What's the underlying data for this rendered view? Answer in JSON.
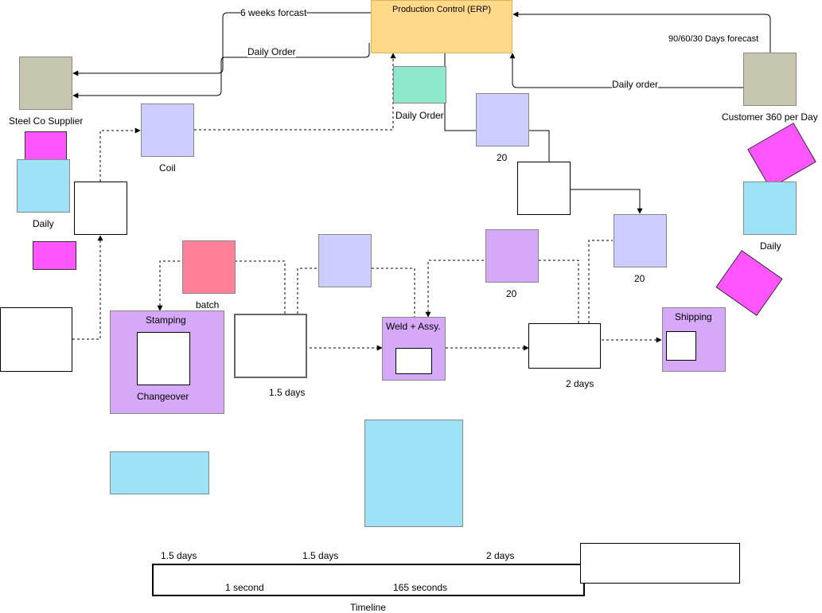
{
  "colors": {
    "erp": "#ffd98a",
    "steel": "#c7c6ae",
    "customer": "#c7c6ae",
    "kanban_green": "#8fe8cd",
    "lavender": "#ccccff",
    "purple": "#d5a9f7",
    "magenta": "#ff55ff",
    "light_blue": "#9de2f7",
    "pink": "#ff8098"
  },
  "erp": {
    "title": "Production Control (ERP)"
  },
  "steel_supplier": {
    "label": "Steel Co Supplier"
  },
  "customer": {
    "label": "Customer 360 per Day"
  },
  "arrows": {
    "weeks_forecast": "6 weeks forcast",
    "daily_order_left": "Daily Order",
    "days_forecast": "90/60/30 Days forecast",
    "daily_order_right": "Daily order"
  },
  "kanban": {
    "daily_order": "Daily Order"
  },
  "coil": {
    "label": "Coil"
  },
  "inventory": {
    "top_right_count": "20",
    "right_count": "20",
    "weld_count": "20",
    "batch": "batch",
    "stamp_out": "1.5 days",
    "weld_out": "2 days"
  },
  "left_delivery": {
    "label": "Daily"
  },
  "right_delivery": {
    "label": "Daily"
  },
  "processes": {
    "stamping": "Stamping",
    "changeover": "Changeover",
    "weld": "Weld + Assy.",
    "shipping": "Shipping"
  },
  "timeline": {
    "lead_1": "1.5 days",
    "lead_2": "1.5 days",
    "lead_3": "2 days",
    "proc_1": "1 second",
    "proc_2": "165 seconds",
    "label": "Timeline"
  }
}
